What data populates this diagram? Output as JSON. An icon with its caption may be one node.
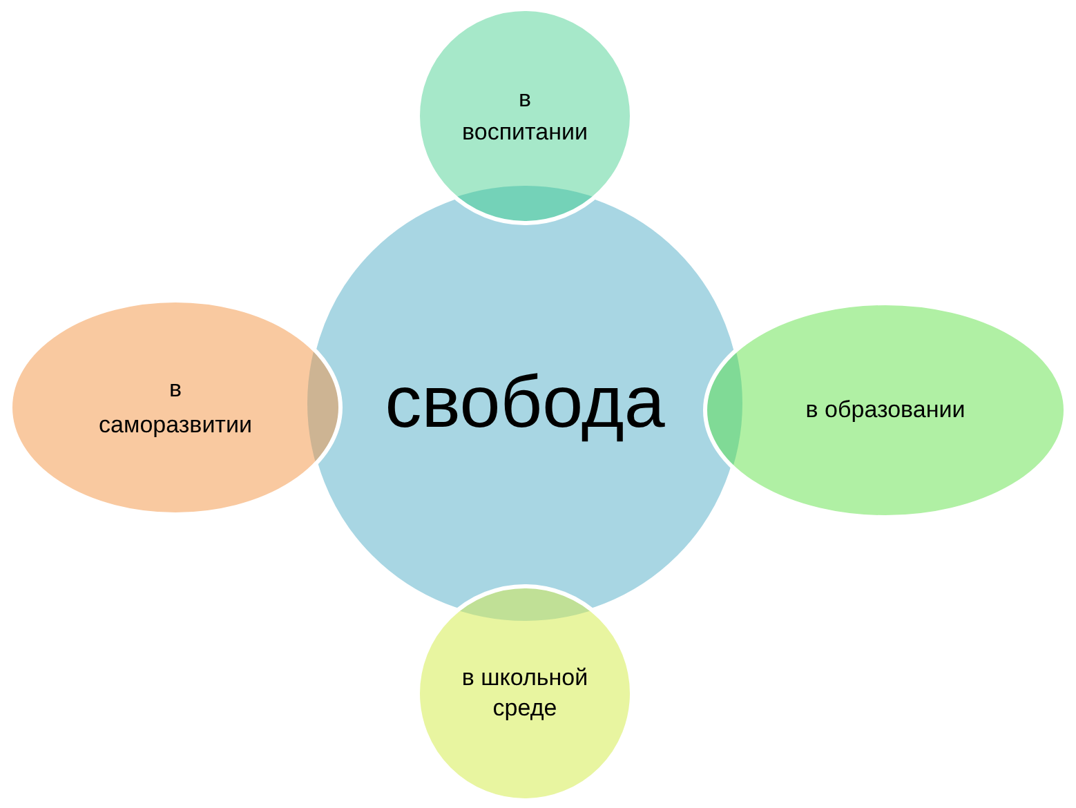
{
  "diagram": {
    "nodes": [
      {
        "text": [
          "свобода"
        ]
      },
      {
        "text": [
          "в воспитании"
        ]
      },
      {
        "text": [
          "в образовании"
        ]
      },
      {
        "text": [
          "в школьной среде"
        ]
      },
      {
        "text": [
          "в саморазвитии"
        ]
      }
    ]
  }
}
